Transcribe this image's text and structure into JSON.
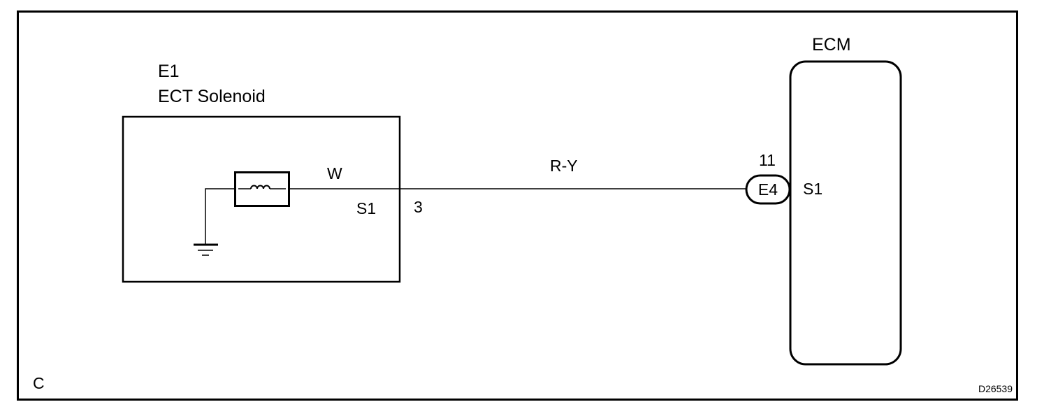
{
  "component": {
    "code": "E1",
    "name": "ECT Solenoid",
    "internal_wire_color": "W",
    "terminal_name": "S1",
    "terminal_number": "3"
  },
  "wire": {
    "color": "R-Y"
  },
  "ecm": {
    "name": "ECM",
    "connector": "E4",
    "terminal_number": "11",
    "terminal_name": "S1"
  },
  "corner_letter": "C",
  "diagram_id": "D26539",
  "icons": [
    "solenoid-coil-icon",
    "ground-icon"
  ]
}
